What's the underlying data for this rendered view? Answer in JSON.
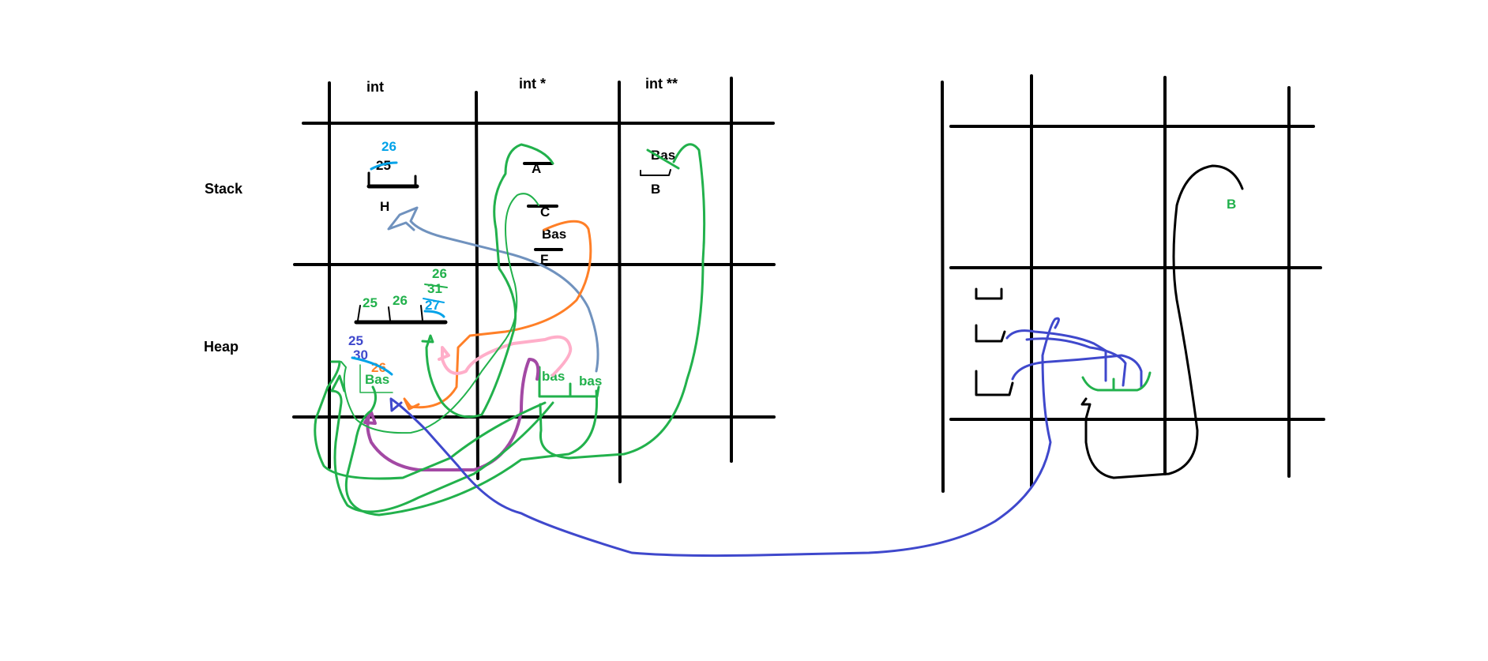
{
  "colors": {
    "black": "#000000",
    "green": "#22b14c",
    "blue": "#3f48cc",
    "lightblue": "#00a2e8",
    "orange": "#ff7f27",
    "pink": "#ffaec9",
    "purple": "#a349a4",
    "slate": "#7092be"
  },
  "left_table": {
    "columns": [
      "int",
      "int *",
      "int **"
    ],
    "rows": [
      "Stack",
      "Heap"
    ],
    "stack_int": {
      "old_value": "25",
      "new_value": "26",
      "name": "H"
    },
    "stack_ptr": {
      "a": "A",
      "c": "C",
      "bas": "Bas",
      "f": "F"
    },
    "stack_ptrptr": {
      "bas": "Bas",
      "b": "B"
    },
    "heap_int": {
      "v1": "25",
      "v2": "26",
      "v3_stack": [
        "26",
        "31",
        "27"
      ],
      "w1": "25",
      "w2": "30",
      "w3": "26",
      "bas": "Bas"
    },
    "heap_ptr": {
      "bas1": "bas",
      "bas2": "bas"
    }
  },
  "right_table": {
    "label_b": "B"
  }
}
